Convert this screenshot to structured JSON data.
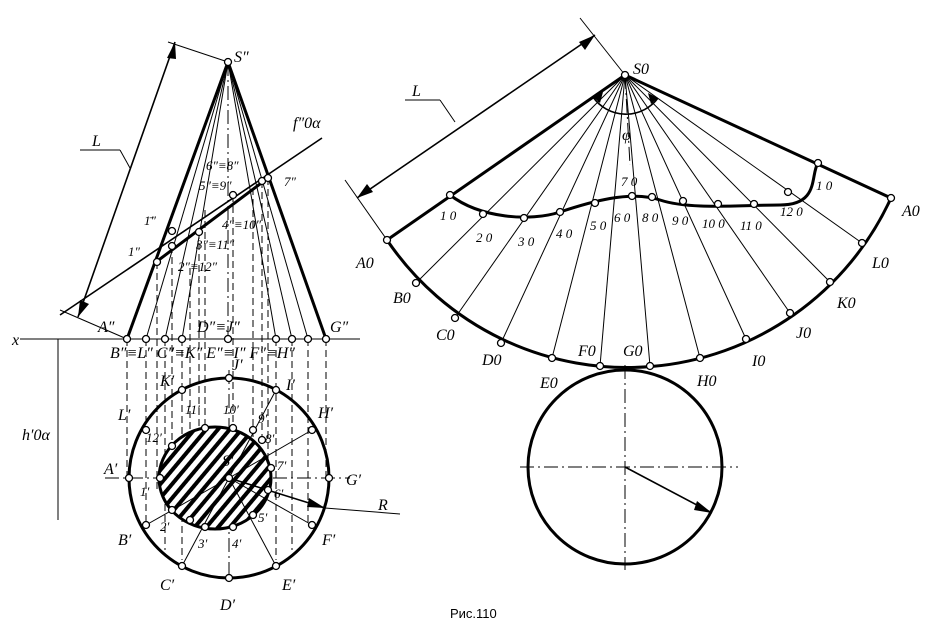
{
  "caption": "Рис.110",
  "front_view": {
    "apex": "S″",
    "trace": "f″0α",
    "length_label": "L",
    "axis": "x",
    "base_left": "A″",
    "base_right": "G″",
    "base_mid": "D″≡J″",
    "base_row": "B″≡L″ C″≡K″ E″≡I″ F″≡H″",
    "sections": [
      "6″≡8″",
      "5″≡9″",
      "7″",
      "4″≡10″",
      "3″≡11″",
      "2″≡12″",
      "1″",
      "1̄″"
    ]
  },
  "top_view": {
    "center": "S′",
    "trace": "h′0α",
    "radius_label": "R",
    "outer_points": [
      "A′",
      "B′",
      "C′",
      "D′",
      "E′",
      "F′",
      "G′",
      "H′",
      "I′",
      "J′",
      "K′",
      "L′"
    ],
    "inner_points": [
      "1′",
      "2′",
      "3′",
      "4′",
      "5′",
      "6′",
      "7′",
      "8′",
      "9′",
      "10′",
      "11′",
      "12′"
    ]
  },
  "development": {
    "apex": "S0",
    "angle": "φ",
    "length_label": "L",
    "arc_points": [
      "A0",
      "B0",
      "C0",
      "D0",
      "E0",
      "F0",
      "G0",
      "H0",
      "I0",
      "J0",
      "K0",
      "L0",
      "A0"
    ],
    "curve_points": [
      "1 0",
      "2 0",
      "3 0",
      "4 0",
      "5 0",
      "6 0",
      "7 0",
      "8 0",
      "9 0",
      "10 0",
      "11 0",
      "12 0",
      "1 0"
    ]
  }
}
